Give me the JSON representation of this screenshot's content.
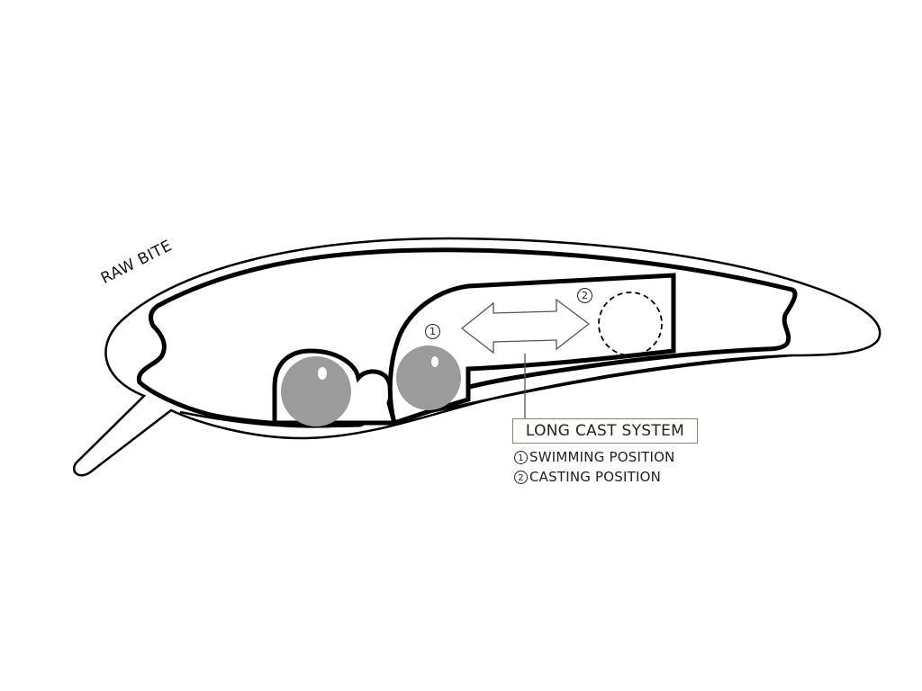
{
  "diagram": {
    "brand_label": "RAW BITE",
    "legend": {
      "title": "LONG CAST SYSTEM",
      "items": [
        {
          "number": "1",
          "label": "SWIMMING POSITION"
        },
        {
          "number": "2",
          "label": "CASTING POSITION"
        }
      ]
    },
    "markers": {
      "swimming": "1",
      "casting": "2"
    },
    "colors": {
      "outline": "#000000",
      "weight_ball": "#9b9b9b",
      "legend_border": "#8a8468",
      "background": "#ffffff"
    },
    "icons": {
      "arrow": "double-headed-arrow",
      "casting_position": "dashed-circle"
    }
  }
}
